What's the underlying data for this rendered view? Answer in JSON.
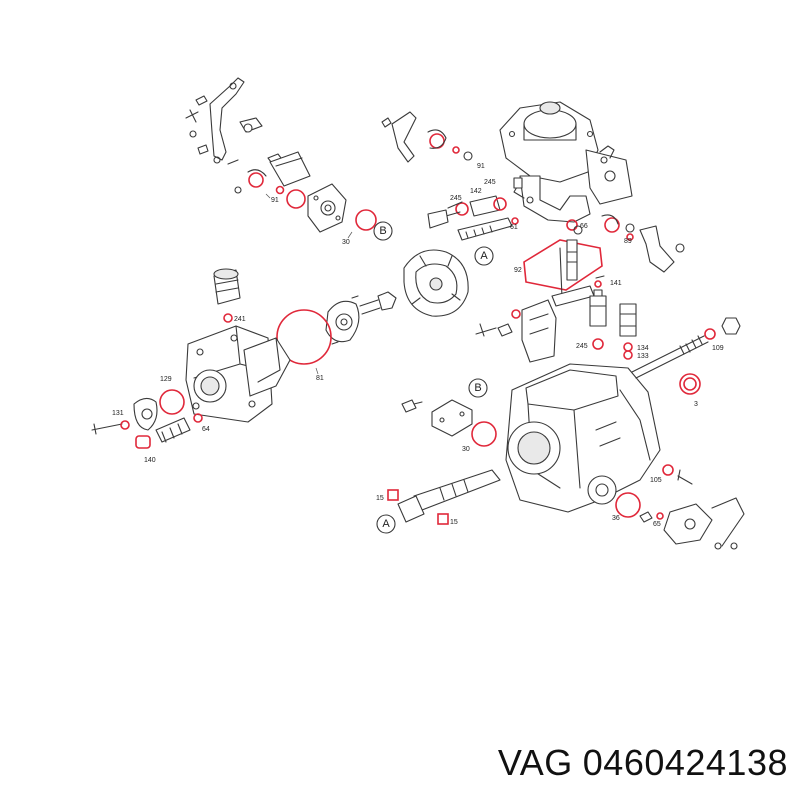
{
  "caption": {
    "brand": "VAG",
    "part_number": "0460424138"
  },
  "reference_letters": {
    "a": "A",
    "b": "B"
  },
  "part_numbers": {
    "p91": "91",
    "p30": "30",
    "p245": "245",
    "p142": "142",
    "p61": "61",
    "p66": "66",
    "p89": "89",
    "p92": "92",
    "p141": "141",
    "p241": "241",
    "p81": "81",
    "p129": "129",
    "p131": "131",
    "p64": "64",
    "p140": "140",
    "p134": "134",
    "p133": "133",
    "p109": "109",
    "p3": "3",
    "p105": "105",
    "p15": "15",
    "p36": "36",
    "p65": "65"
  },
  "colors": {
    "seal": "#e0283a",
    "line": "#3a3a3a"
  }
}
